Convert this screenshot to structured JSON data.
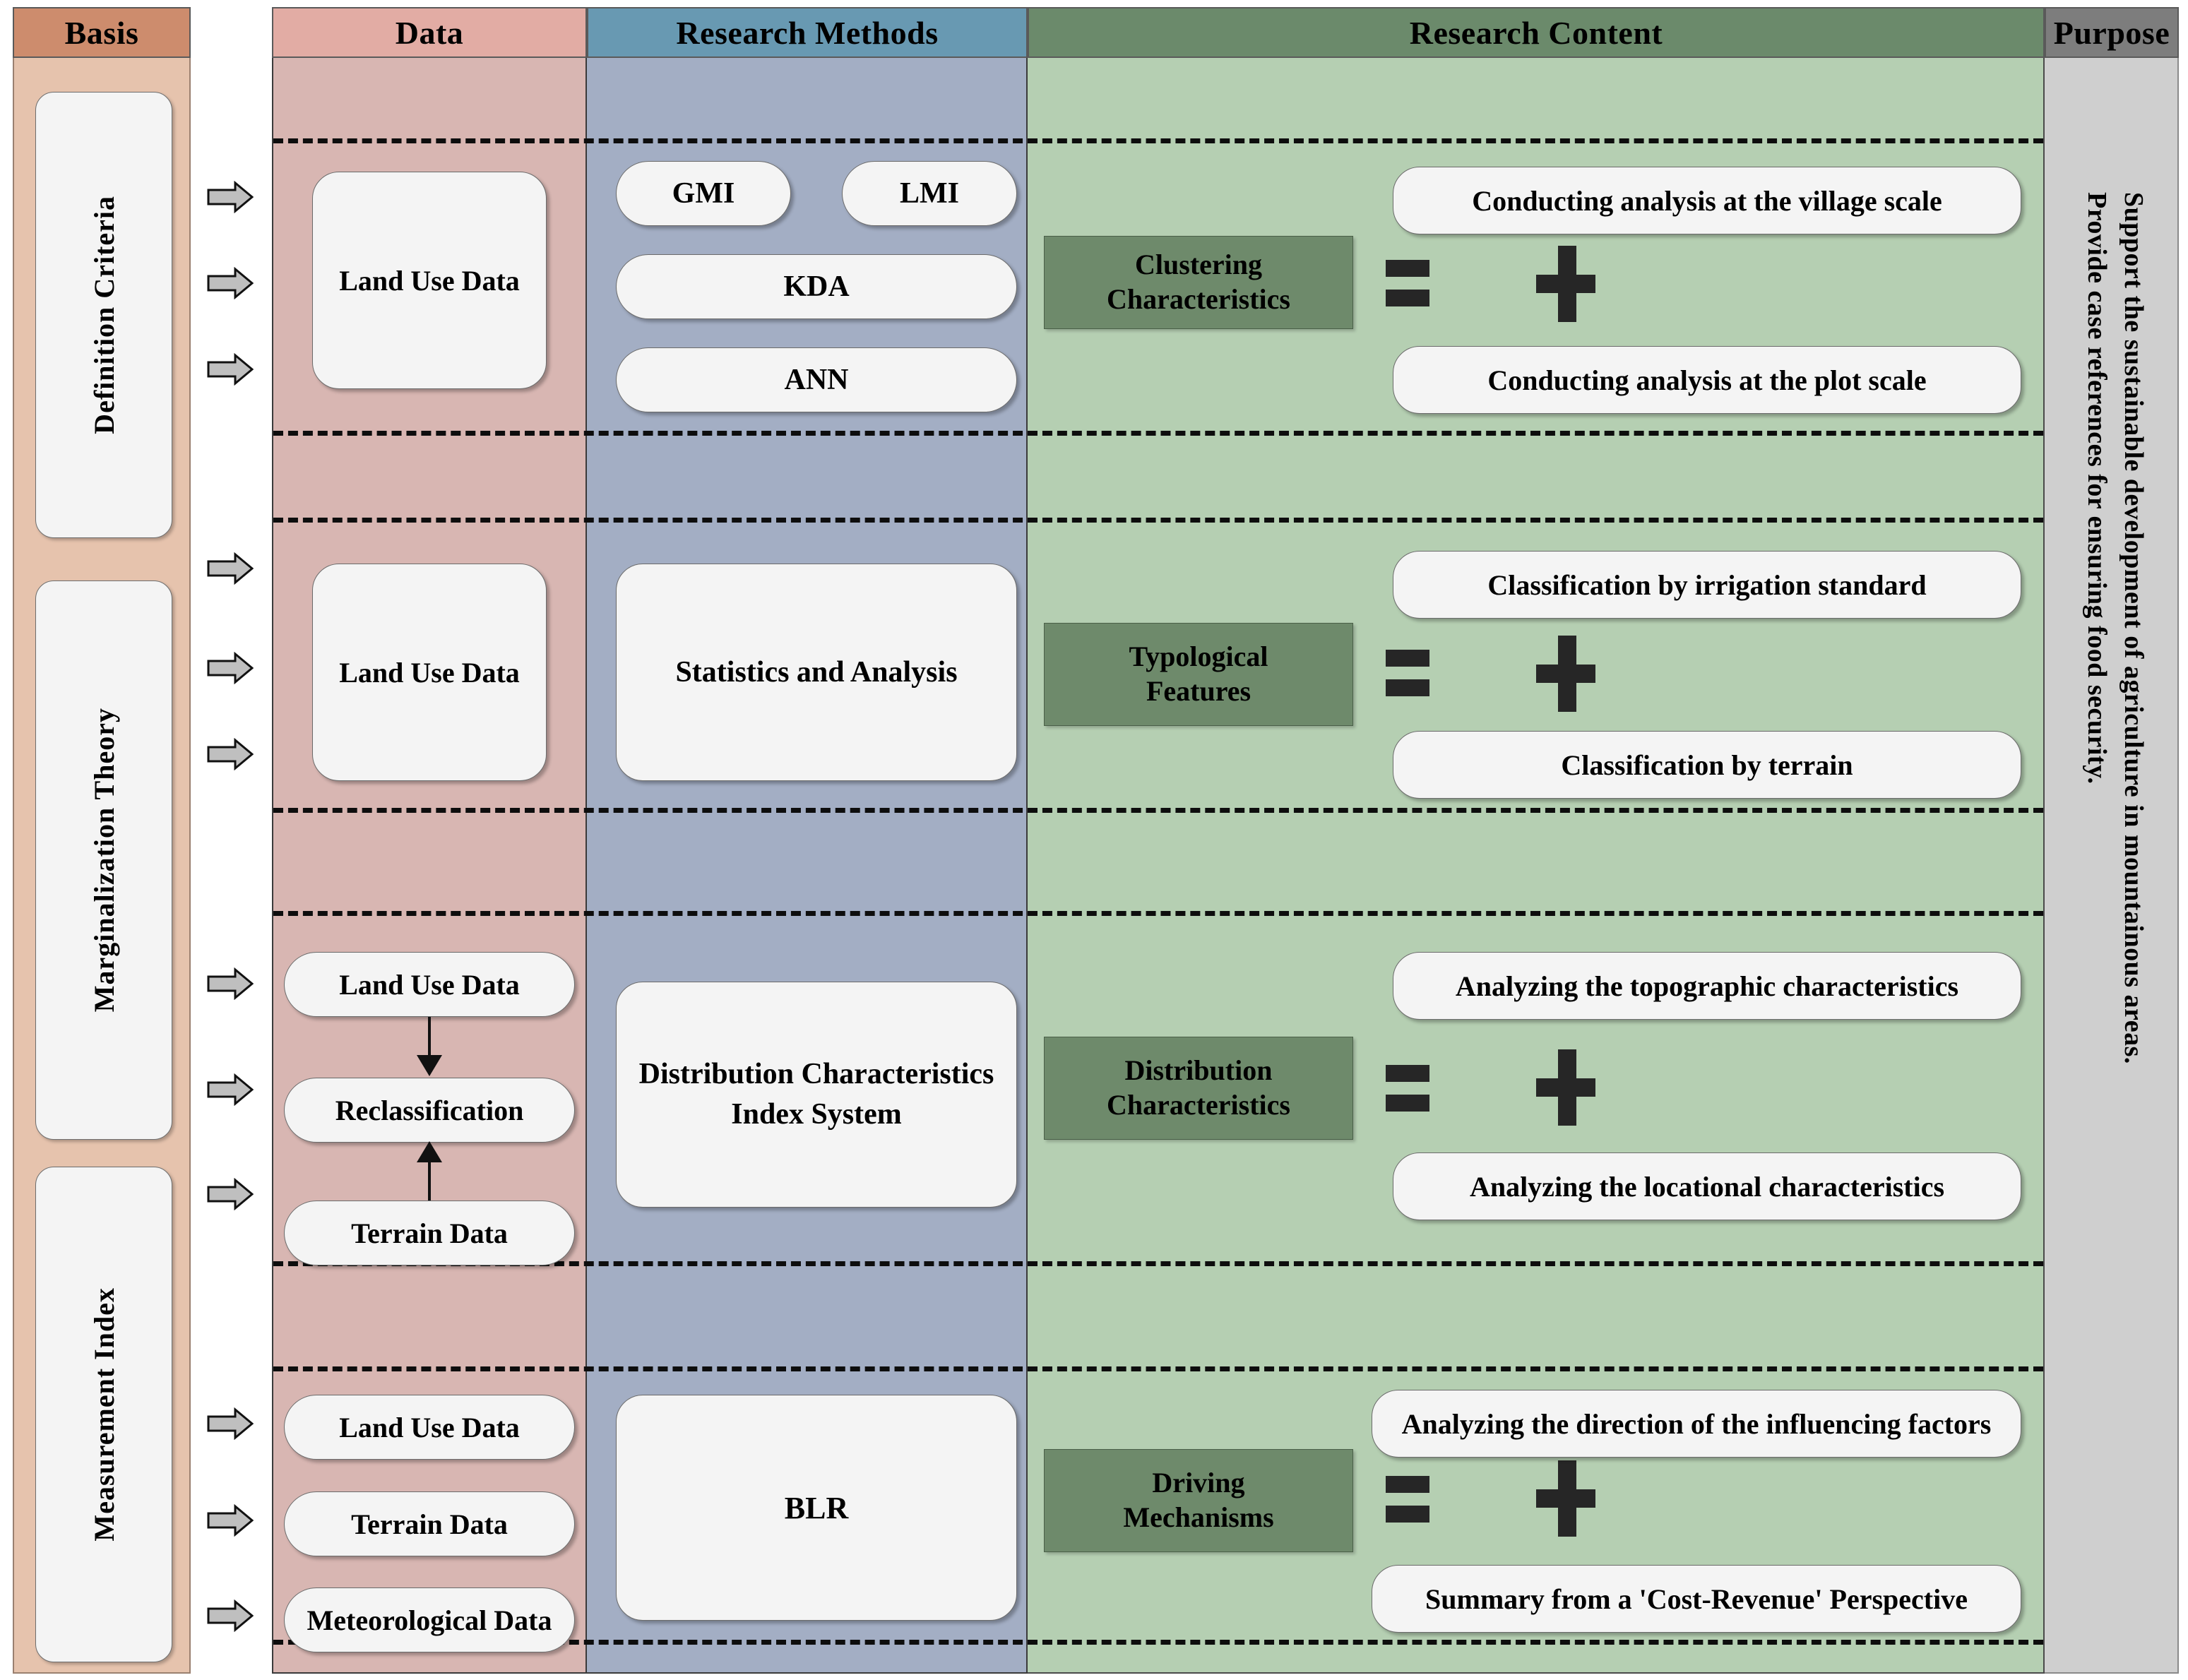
{
  "columns": {
    "basis": {
      "title": "Basis",
      "color": "#cd8c6d",
      "body_color": "#e6c3ad"
    },
    "data": {
      "title": "Data",
      "color": "#e2aca4",
      "body_color": "#d8b6b2"
    },
    "methods": {
      "title": "Research Methods",
      "color": "#6899b2",
      "body_color": "#a3aec4"
    },
    "content": {
      "title": "Research Content",
      "color": "#6b8a6b",
      "body_color": "#b5cfb2"
    },
    "purpose": {
      "title": "Purpose",
      "color": "#7d7d7d",
      "body_color": "#cfcfcf"
    }
  },
  "basis_items": [
    {
      "label": "Definition Criteria"
    },
    {
      "label": "Marginalization Theory"
    },
    {
      "label": "Measurement Index"
    }
  ],
  "purpose_lines": [
    "Provide case references for ensuring food security.",
    "Support the sustainable development of agriculture in mountainous areas."
  ],
  "rows": [
    {
      "data_boxes": [
        "Land Use Data"
      ],
      "methods": [
        "GMI",
        "LMI",
        "KDA",
        "ANN"
      ],
      "content_label": "Clustering\nCharacteristics",
      "content_label_line1": "Clustering",
      "content_label_line2": "Characteristics",
      "operator_equals": "=",
      "operator_plus": "+",
      "content_top": "Conducting analysis at the village scale",
      "content_bottom": "Conducting analysis at the plot scale"
    },
    {
      "data_boxes": [
        "Land Use Data"
      ],
      "methods": [
        "Statistics and Analysis"
      ],
      "content_label_line1": "Typological",
      "content_label_line2": "Features",
      "operator_equals": "=",
      "operator_plus": "+",
      "content_top": "Classification by irrigation standard",
      "content_bottom": "Classification by terrain"
    },
    {
      "data_boxes": [
        "Land Use Data",
        "Reclassification",
        "Terrain Data"
      ],
      "methods": [
        "Distribution Characteristics Index System"
      ],
      "methods_line1": "Distribution Characteristics",
      "methods_line2": "Index System",
      "content_label_line1": "Distribution",
      "content_label_line2": "Characteristics",
      "operator_equals": "=",
      "operator_plus": "+",
      "content_top": "Analyzing the topographic characteristics",
      "content_bottom": "Analyzing the locational characteristics"
    },
    {
      "data_boxes": [
        "Land Use Data",
        "Terrain Data",
        "Meteorological Data"
      ],
      "methods": [
        "BLR"
      ],
      "content_label_line1": "Driving",
      "content_label_line2": "Mechanisms",
      "operator_equals": "=",
      "operator_plus": "+",
      "content_top": "Analyzing the direction of the influencing factors",
      "content_bottom": "Summary from a 'Cost-Revenue' Perspective"
    }
  ],
  "arrow_icon": "right-block-arrow",
  "arrow_count": 12,
  "colors": {
    "dark_green_label": "#6e8a6b",
    "divider": "#0d0d0d",
    "arrow_fill": "#bfbfbf",
    "box_fill": "#f4f4f4"
  }
}
